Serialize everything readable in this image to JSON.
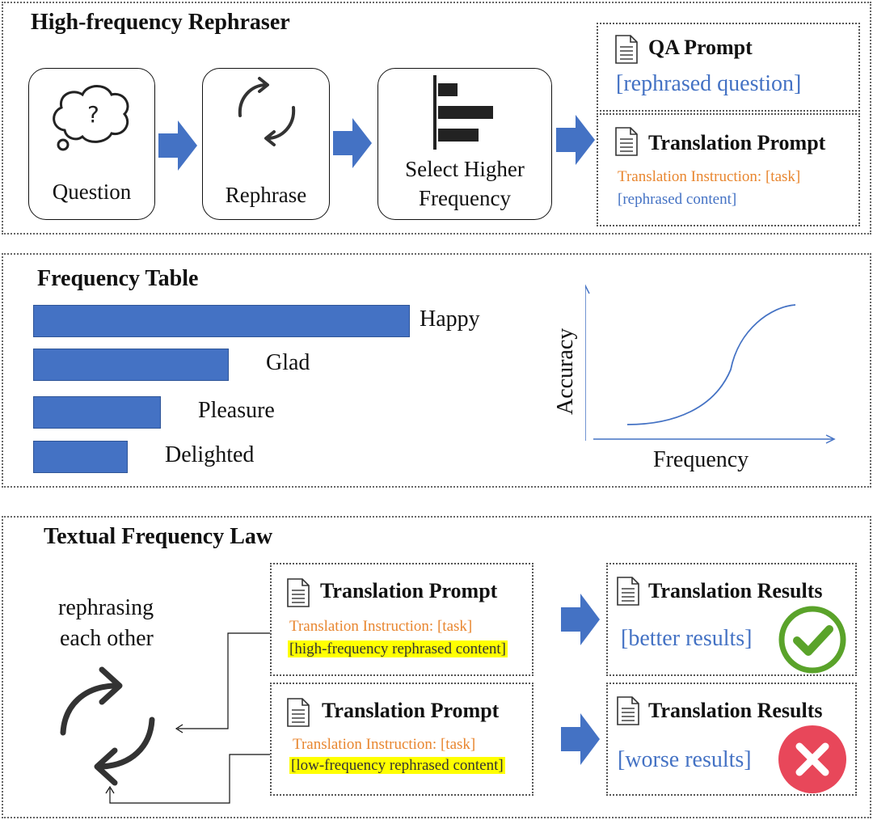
{
  "panels": {
    "rephraser": {
      "title": "High-frequency Rephraser",
      "steps": [
        {
          "label": "Question"
        },
        {
          "label": "Rephrase"
        },
        {
          "label_line1": "Select Higher",
          "label_line2": "Frequency"
        }
      ],
      "qa_prompt": {
        "title": "QA Prompt",
        "content": "[rephrased question]"
      },
      "translation_prompt": {
        "title": "Translation Prompt",
        "instruction": "Translation Instruction: [task]",
        "content": "[rephrased content]"
      }
    },
    "frequency_table": {
      "title": "Frequency Table",
      "words": [
        {
          "word": "Happy",
          "relative_frequency": 1.0
        },
        {
          "word": "Glad",
          "relative_frequency": 0.52
        },
        {
          "word": "Pleasure",
          "relative_frequency": 0.34
        },
        {
          "word": "Delighted",
          "relative_frequency": 0.25
        }
      ],
      "curve": {
        "x_label": "Frequency",
        "y_label": "Accuracy"
      }
    },
    "law": {
      "title": "Textual Frequency Law",
      "caption_line1": "rephrasing",
      "caption_line2": "each other",
      "prompts": [
        {
          "title": "Translation Prompt",
          "instruction": "Translation Instruction: [task]",
          "content": "[high-frequency rephrased content]"
        },
        {
          "title": "Translation Prompt",
          "instruction": "Translation Instruction: [task]",
          "content": "[low-frequency rephrased content]"
        }
      ],
      "results": [
        {
          "title": "Translation Results",
          "content": "[better results]",
          "status": "correct",
          "color": "#5aa32a"
        },
        {
          "title": "Translation Results",
          "content": "[worse results]",
          "status": "wrong",
          "color": "#e8475a"
        }
      ]
    }
  },
  "colors": {
    "accent_blue": "#4472c4",
    "orange": "#e8862f",
    "highlight": "#ffff00"
  }
}
